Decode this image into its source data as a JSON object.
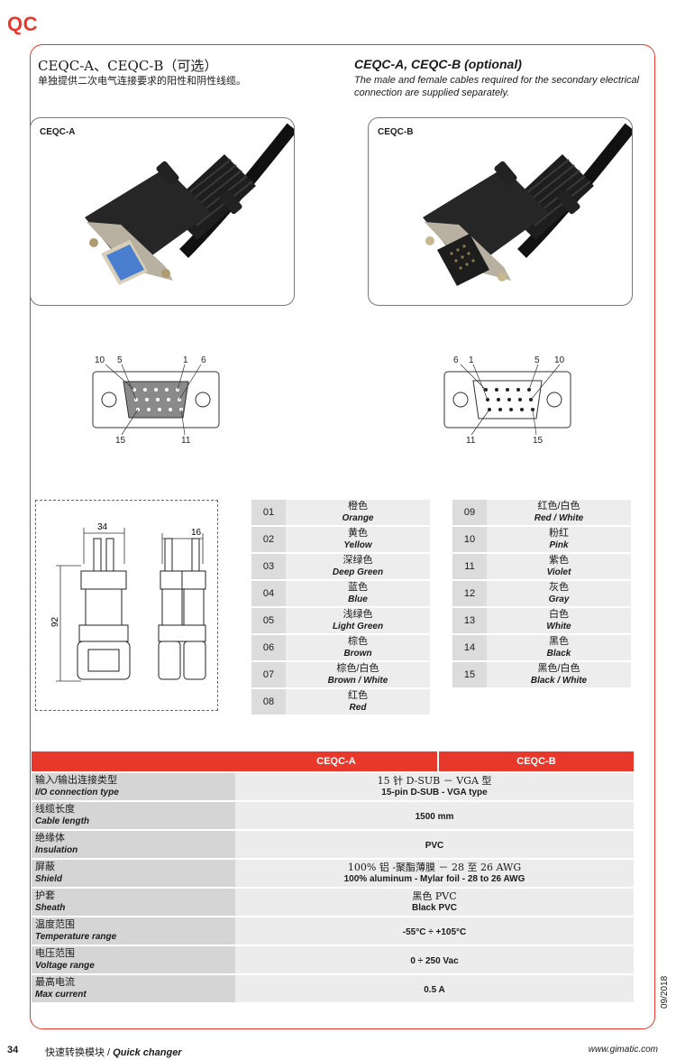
{
  "brand": "QC",
  "header": {
    "title_cn": "CEQC-A、CEQC-B（可选）",
    "subtitle_cn": "单独提供二次电气连接要求的阳性和阴性线缆。",
    "title_en": "CEQC-A, CEQC-B (optional)",
    "subtitle_en": "The male and female cables required for the secondary electrical connection are supplied separately."
  },
  "photos": [
    {
      "label": "CEQC-A",
      "connector": "female",
      "face_color": "#4a7fd0"
    },
    {
      "label": "CEQC-B",
      "connector": "male",
      "face_color": "#1d1d1d"
    }
  ],
  "pinouts": [
    {
      "top_left": "10",
      "top_mid": "5",
      "top_right": "1",
      "top_far": "6",
      "bottom_left": "15",
      "bottom_right": "11"
    },
    {
      "top_left": "6",
      "top_mid": "1",
      "top_right": "5",
      "top_far": "10",
      "bottom_left": "11",
      "bottom_right": "15"
    }
  ],
  "dimensions": {
    "width_a": "34",
    "width_b": "16",
    "height": "92"
  },
  "colors": {
    "left": [
      {
        "num": "01",
        "cn": "橙色",
        "en": "Orange"
      },
      {
        "num": "02",
        "cn": "黄色",
        "en": "Yellow"
      },
      {
        "num": "03",
        "cn": "深绿色",
        "en": "Deep Green"
      },
      {
        "num": "04",
        "cn": "蓝色",
        "en": "Blue"
      },
      {
        "num": "05",
        "cn": "浅绿色",
        "en": "Light Green"
      },
      {
        "num": "06",
        "cn": "棕色",
        "en": "Brown"
      },
      {
        "num": "07",
        "cn": "棕色/白色",
        "en": "Brown / White"
      },
      {
        "num": "08",
        "cn": "红色",
        "en": "Red"
      }
    ],
    "right": [
      {
        "num": "09",
        "cn": "红色/白色",
        "en": "Red / White"
      },
      {
        "num": "10",
        "cn": "粉红",
        "en": "Pink"
      },
      {
        "num": "11",
        "cn": "紫色",
        "en": "Violet"
      },
      {
        "num": "12",
        "cn": "灰色",
        "en": "Gray"
      },
      {
        "num": "13",
        "cn": "白色",
        "en": "White"
      },
      {
        "num": "14",
        "cn": "黑色",
        "en": "Black"
      },
      {
        "num": "15",
        "cn": "黑色/白色",
        "en": "Black / White"
      }
    ]
  },
  "spec": {
    "col_a": "CEQC-A",
    "col_b": "CEQC-B",
    "rows": [
      {
        "cn": "输入/输出连接类型",
        "en": "I/O connection type",
        "val_cn": "15 针 D-SUB － VGA 型",
        "val_en": "15-pin D-SUB - VGA type"
      },
      {
        "cn": "线缆长度",
        "en": "Cable length",
        "val": "1500 mm"
      },
      {
        "cn": "绝缘体",
        "en": "Insulation",
        "val": "PVC"
      },
      {
        "cn": "屏蔽",
        "en": "Shield",
        "val_cn": "100% 铝 -聚酯薄膜 － 28 至 26 AWG",
        "val_en": "100% aluminum - Mylar foil - 28 to 26 AWG"
      },
      {
        "cn": "护套",
        "en": "Sheath",
        "val_cn": "黑色 PVC",
        "val_en": "Black PVC"
      },
      {
        "cn": "温度范围",
        "en": "Temperature range",
        "val": "-55°C ÷ +105°C"
      },
      {
        "cn": "电压范围",
        "en": "Voltage range",
        "val": "0 ÷ 250 Vac"
      },
      {
        "cn": "最高电流",
        "en": "Max current",
        "val": "0.5 A"
      }
    ]
  },
  "footer": {
    "page": "34",
    "title_cn": "快速转换模块 / ",
    "title_en": "Quick changer",
    "url": "www.gimatic.com",
    "date": "09/2018"
  }
}
